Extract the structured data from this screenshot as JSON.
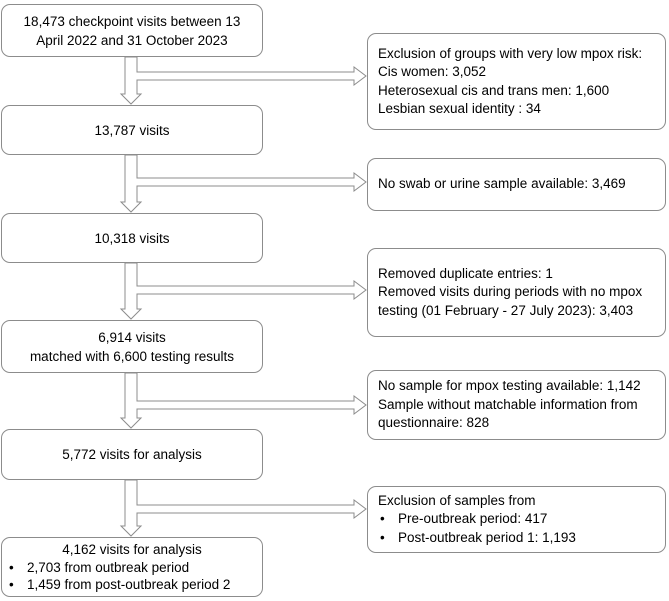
{
  "main_boxes": [
    {
      "lines": [
        "18,473 checkpoint visits between 13",
        "April 2022 and 31 October 2023"
      ]
    },
    {
      "lines": [
        "13,787 visits"
      ]
    },
    {
      "lines": [
        "10,318 visits"
      ]
    },
    {
      "lines": [
        "6,914 visits",
        "matched with 6,600 testing results"
      ]
    },
    {
      "lines": [
        "5,772 visits for analysis"
      ]
    },
    {
      "lines": [
        "4,162 visits for analysis"
      ],
      "bullets": [
        "2,703 from outbreak period",
        "1,459 from post-outbreak period 2"
      ]
    }
  ],
  "side_boxes": [
    {
      "lines": [
        "Exclusion of groups with very low mpox risk:",
        "Cis women: 3,052",
        "Heterosexual cis and trans men: 1,600",
        "Lesbian sexual identity : 34"
      ]
    },
    {
      "lines": [
        "No swab or urine sample available: 3,469"
      ]
    },
    {
      "lines": [
        "Removed duplicate entries: 1",
        "Removed visits during periods with no mpox",
        "testing (01 February - 27 July 2023): 3,403"
      ]
    },
    {
      "lines": [
        "No sample for mpox testing available: 1,142",
        "Sample without matchable information from",
        "questionnaire: 828"
      ]
    },
    {
      "lines": [
        "Exclusion of samples from"
      ],
      "bullets": [
        "Pre-outbreak period: 417",
        "Post-outbreak period 1: 1,193"
      ]
    }
  ]
}
